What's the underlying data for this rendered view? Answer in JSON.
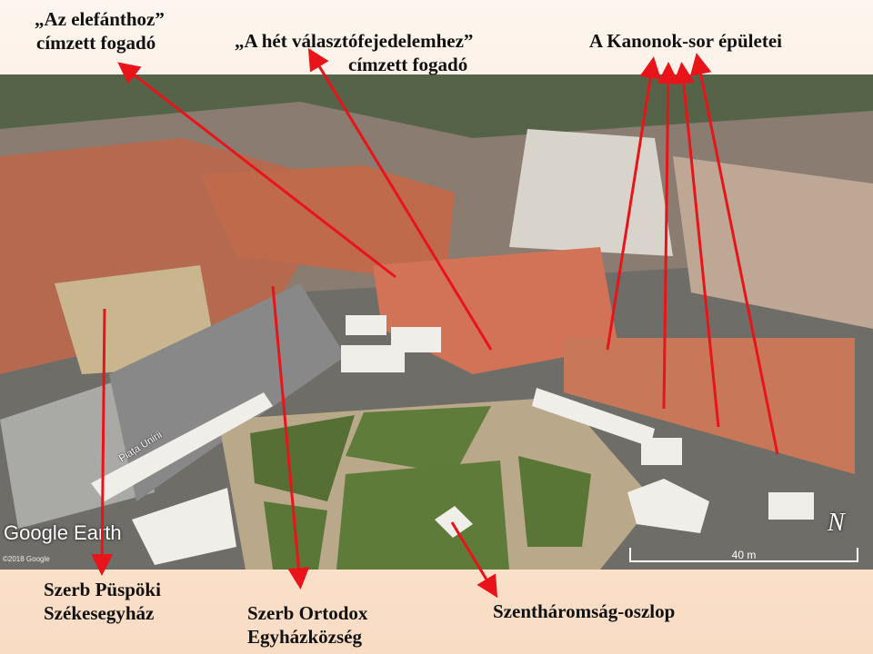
{
  "labels": {
    "elephant": [
      "„Az elefánthoz”",
      "címzett fogadó"
    ],
    "seven_electors": [
      "„A hét választófejedelemhez”",
      "címzett fogadó"
    ],
    "canons_row": "A Kanonok-sor épületei",
    "serbian_cathedral": [
      "Szerb Püspöki",
      "Székesegyház"
    ],
    "serbian_orthodox": [
      "Szerb Ortodox",
      "Egyházközség"
    ],
    "trinity_column": "Szentháromság-oszlop"
  },
  "map_overlay": {
    "brand": "Google Earth",
    "copyright": "©2018 Google",
    "scale": "40 m",
    "north": "N",
    "street": "Piața Unirii"
  },
  "colors": {
    "arrow": "#e8141a",
    "roof": "#c8674a",
    "lawn": "#5d7a3a",
    "plaza": "#8e8a86"
  }
}
